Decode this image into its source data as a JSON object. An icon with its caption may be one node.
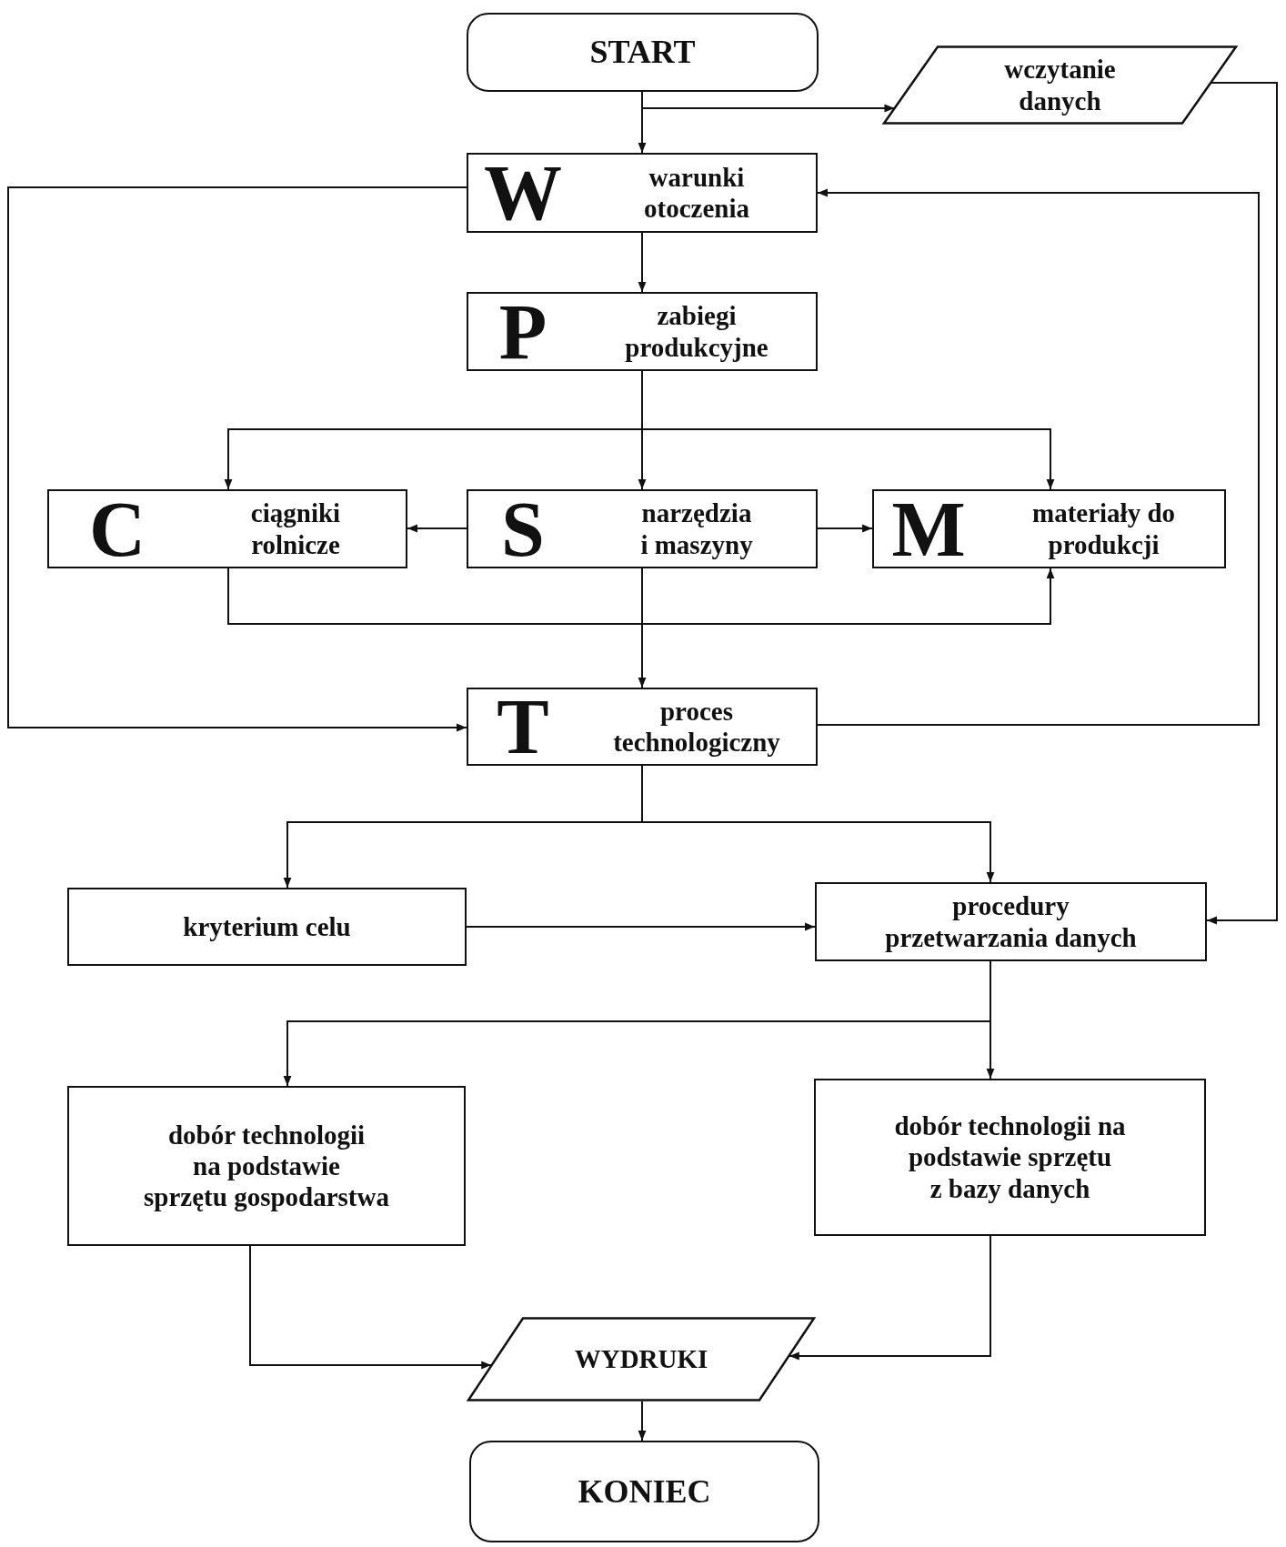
{
  "diagram": {
    "nodes": [
      {
        "text": [
          "START"
        ]
      },
      {
        "text": [
          "wczytanie danych"
        ]
      },
      {
        "text": [
          "W",
          "warunki otoczenia"
        ]
      },
      {
        "text": [
          "P",
          "zabiegi produkcyjne"
        ]
      },
      {
        "text": [
          "C",
          "ciągniki rolnicze"
        ]
      },
      {
        "text": [
          "S",
          "narzędzia i maszyny"
        ]
      },
      {
        "text": [
          "M",
          "materiały do produkcji"
        ]
      },
      {
        "text": [
          "T",
          "proces technologiczny"
        ]
      },
      {
        "text": [
          "kryterium celu"
        ]
      },
      {
        "text": [
          "procedury przetwarzania danych"
        ]
      },
      {
        "text": [
          "dobór technologii na podstawie sprzętu gospodarstwa"
        ]
      },
      {
        "text": [
          "dobór technologii na podstawie sprzętu z bazy danych"
        ]
      },
      {
        "text": [
          "WYDRUKI"
        ]
      },
      {
        "text": [
          "KONIEC"
        ]
      }
    ],
    "edges": [
      {
        "from": 0,
        "to": 2,
        "arrow": "to"
      },
      {
        "from": 0,
        "to": 1,
        "arrow": "to"
      },
      {
        "from": 1,
        "to": 9,
        "arrow": "to"
      },
      {
        "from": 2,
        "to": 3,
        "arrow": "to"
      },
      {
        "from": 2,
        "to": 7,
        "arrow": "to"
      },
      {
        "from": 7,
        "to": 2,
        "arrow": "to"
      },
      {
        "from": 3,
        "to": 4,
        "arrow": "to"
      },
      {
        "from": 3,
        "to": 5,
        "arrow": "to"
      },
      {
        "from": 3,
        "to": 6,
        "arrow": "to"
      },
      {
        "from": 5,
        "to": 4,
        "arrow": "to"
      },
      {
        "from": 5,
        "to": 6,
        "arrow": "to"
      },
      {
        "from": 4,
        "to": 6,
        "arrow": "to"
      },
      {
        "from": 5,
        "to": 7,
        "arrow": "to"
      },
      {
        "from": 7,
        "to": 8,
        "arrow": "to"
      },
      {
        "from": 7,
        "to": 9,
        "arrow": "to"
      },
      {
        "from": 8,
        "to": 9,
        "arrow": "to"
      },
      {
        "from": 9,
        "to": 10,
        "arrow": "to"
      },
      {
        "from": 9,
        "to": 11,
        "arrow": "to"
      },
      {
        "from": 10,
        "to": 12,
        "arrow": "to"
      },
      {
        "from": 11,
        "to": 12,
        "arrow": "to"
      },
      {
        "from": 12,
        "to": 13,
        "arrow": "to"
      }
    ]
  }
}
